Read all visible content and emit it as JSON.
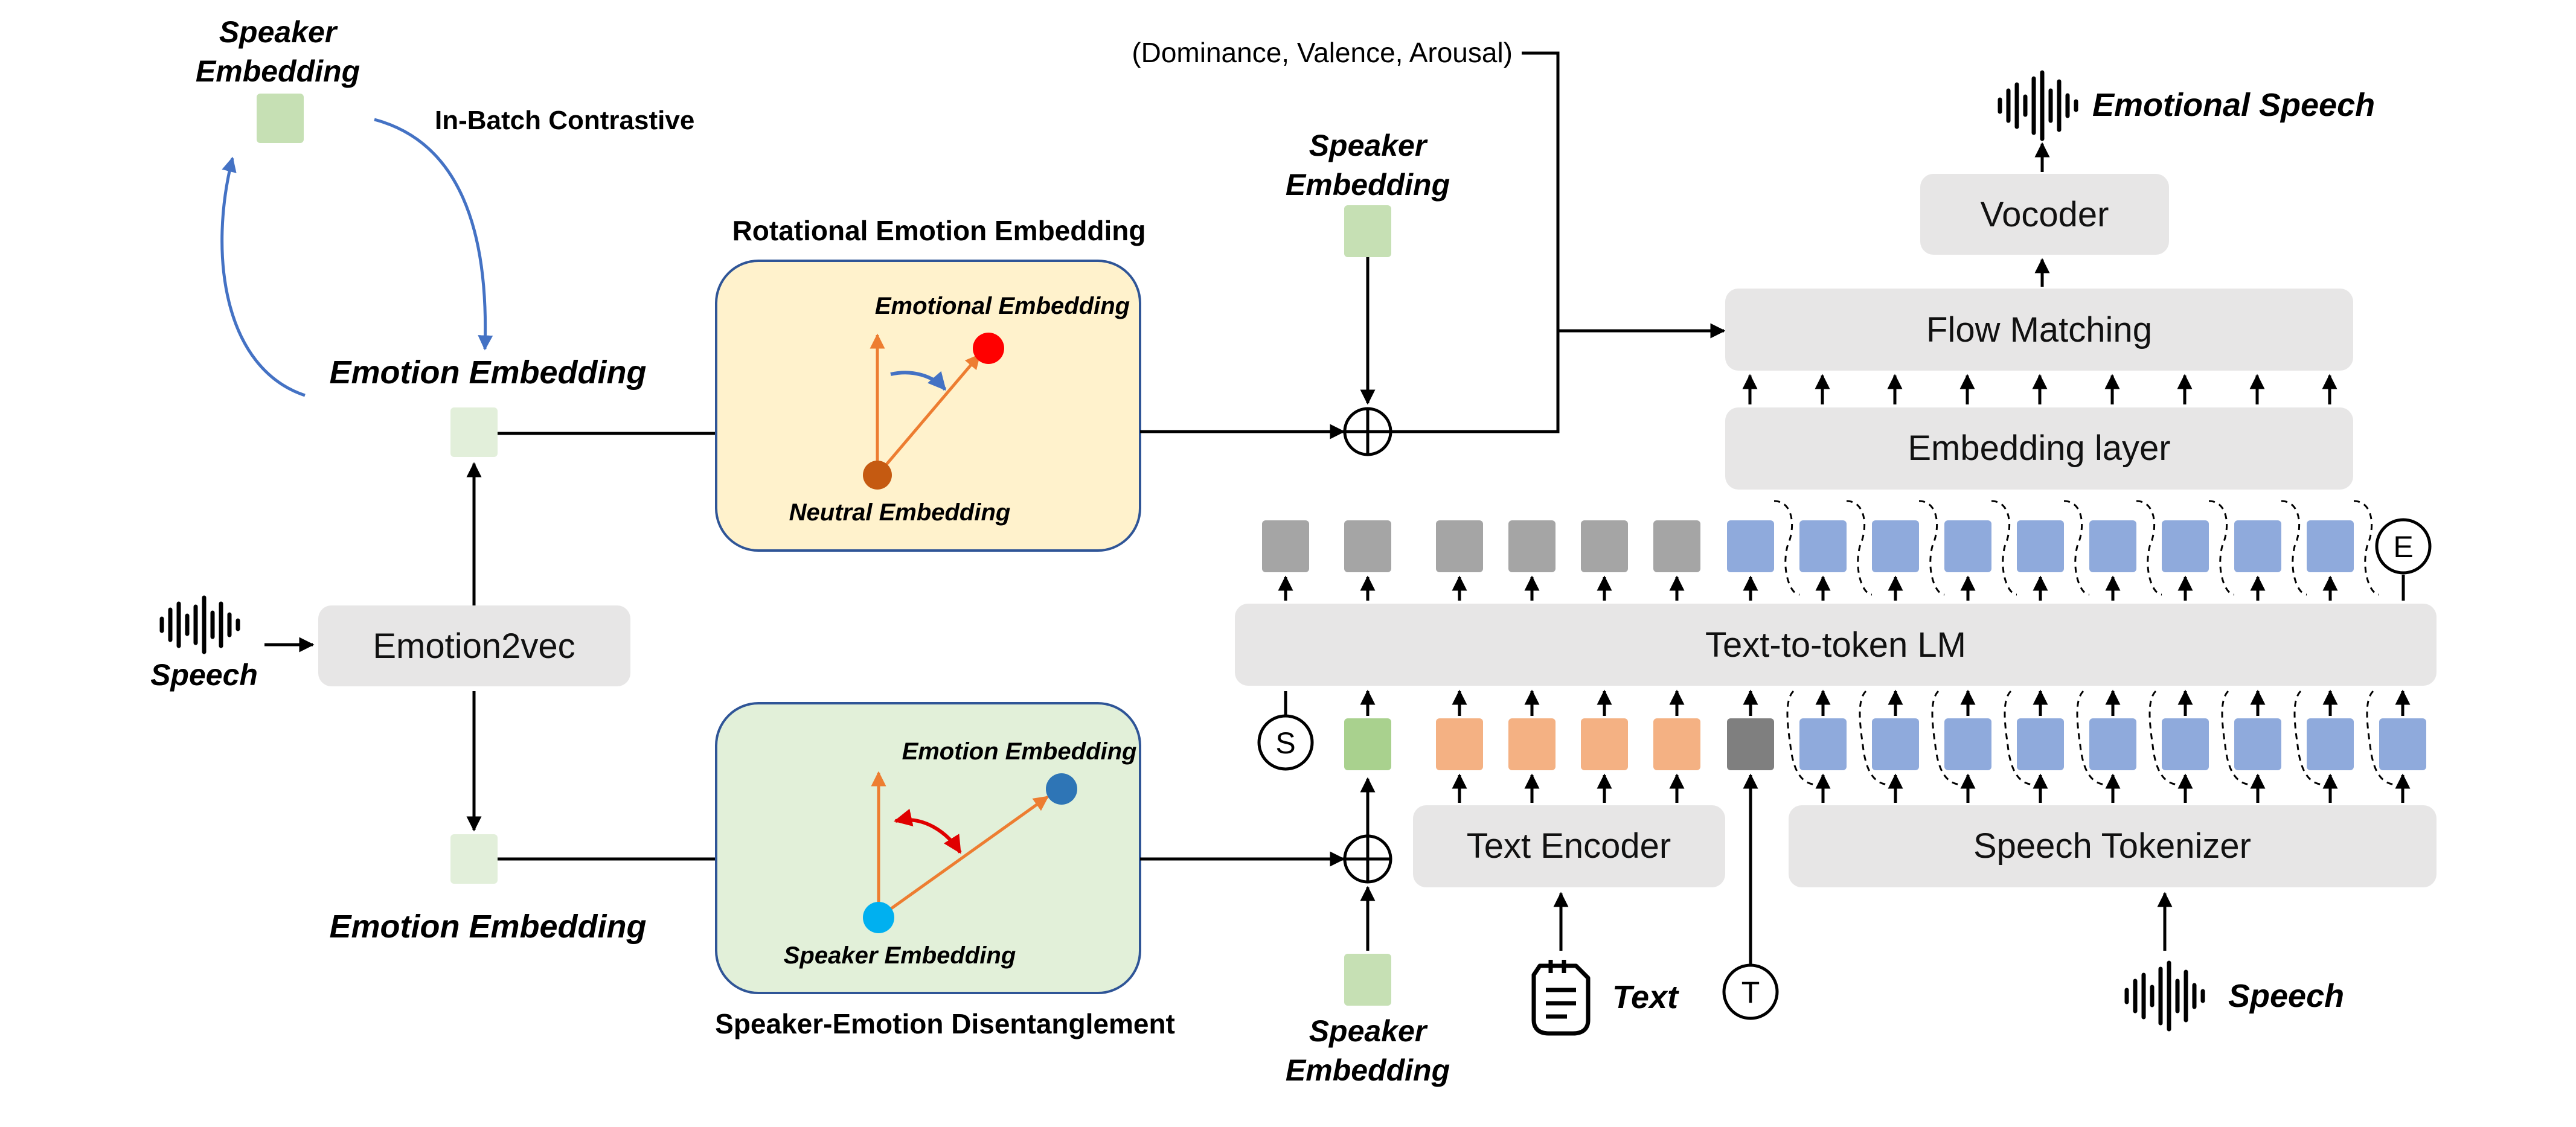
{
  "labels": {
    "speaker_embedding_top_1": "Speaker",
    "speaker_embedding_top_2": "Embedding",
    "in_batch_contrastive": "In-Batch Contrastive",
    "emotion_embedding_top": "Emotion Embedding",
    "speech_input": "Speech",
    "emotion2vec": "Emotion2vec",
    "emotion_embedding_bottom": "Emotion Embedding",
    "rotational_title": "Rotational Emotion Embedding",
    "emotional_embedding_point": "Emotional Embedding",
    "neutral_embedding_point": "Neutral Embedding",
    "disentangle_title": "Speaker-Emotion Disentanglement",
    "emotion_embedding_point": "Emotion Embedding",
    "speaker_embedding_point": "Speaker Embedding",
    "dva": "(Dominance, Valence, Arousal)",
    "speaker_embedding_mid_1": "Speaker",
    "speaker_embedding_mid_2": "Embedding",
    "speaker_embedding_bottom_1": "Speaker",
    "speaker_embedding_bottom_2": "Embedding",
    "emotional_speech": "Emotional Speech",
    "vocoder": "Vocoder",
    "flow_matching": "Flow Matching",
    "embedding_layer": "Embedding layer",
    "text_to_token_lm": "Text-to-token LM",
    "text_encoder": "Text Encoder",
    "speech_tokenizer": "Speech Tokenizer",
    "text_input": "Text",
    "speech_input_right": "Speech",
    "token_s": "S",
    "token_e": "E",
    "token_t": "T"
  },
  "colors": {
    "speaker_green": "#c6e0b4",
    "speaker_green_dark": "#a9d18e",
    "emotion_green": "#e2efda",
    "gray_box": "#e7e6e6",
    "gray_token": "#a5a5a5",
    "dark_token": "#7f7f7f",
    "orange_token": "#f4b183",
    "blue_token": "#8faadc",
    "rotational_fill": "#fff2cc",
    "disentangle_fill": "#e2f0d9",
    "panel_border": "#2f5597",
    "vector_orange": "#ed7d31",
    "curve_blue": "#4472c4",
    "point_red": "#ff0000",
    "point_brown": "#c55a11",
    "point_blue": "#2e75b6",
    "point_cyan": "#00b0f0",
    "rotation_red": "#e00000"
  },
  "icons": {
    "speech": "waveform-icon",
    "text": "document-icon",
    "plus": "circled-plus-icon"
  }
}
